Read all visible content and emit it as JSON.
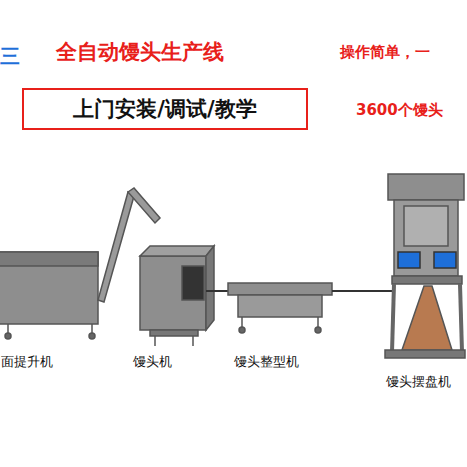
{
  "diagram": {
    "title": "全自动馒头生产线",
    "nodes": [
      {
        "text": [
          "上门安装/调试/教学"
        ]
      }
    ],
    "labels": [
      "三",
      "操作简单，一",
      "3600个馒头",
      "面提升机",
      "馒头机",
      "馒头整型机",
      "馒头摆盘机"
    ]
  }
}
